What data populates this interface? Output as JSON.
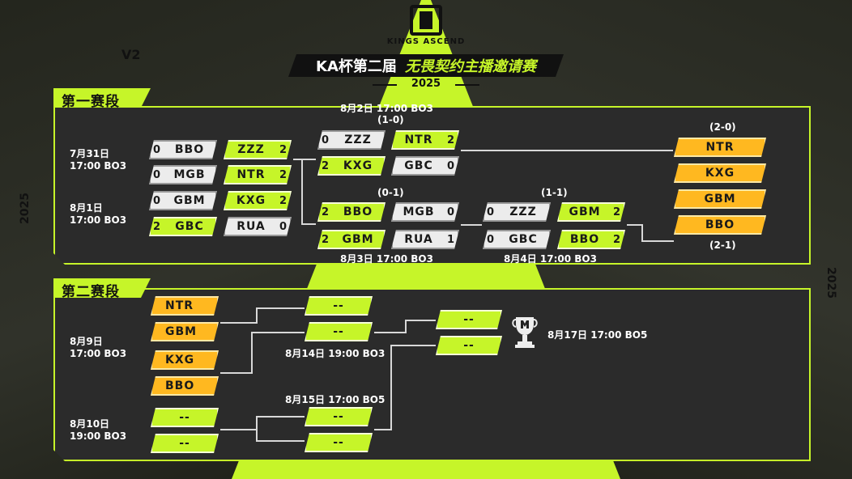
{
  "header": {
    "logo_text": "KINGS ASCEND",
    "title_a": "KA杯第二届",
    "title_b": "无畏契约主播邀请赛",
    "year": "2025",
    "version": "V2",
    "side_year": "2025"
  },
  "stage1": {
    "label": "第一赛段",
    "day1": {
      "date": "7月31日",
      "time": "17:00  BO3"
    },
    "day2": {
      "date": "8月1日",
      "time": "17:00  BO3"
    },
    "r1": [
      {
        "a": {
          "s": "0",
          "n": "BBO"
        },
        "b": {
          "s": "2",
          "n": "ZZZ"
        }
      },
      {
        "a": {
          "s": "0",
          "n": "MGB"
        },
        "b": {
          "s": "2",
          "n": "NTR"
        }
      },
      {
        "a": {
          "s": "0",
          "n": "GBM"
        },
        "b": {
          "s": "2",
          "n": "KXG"
        }
      },
      {
        "a": {
          "s": "2",
          "n": "GBC"
        },
        "b": {
          "s": "0",
          "n": "RUA"
        }
      }
    ],
    "aug2": "8月2日  17:00  BO3",
    "rec10": "(1-0)",
    "r2a": [
      {
        "a": {
          "s": "0",
          "n": "ZZZ"
        },
        "b": {
          "s": "2",
          "n": "NTR"
        }
      },
      {
        "a": {
          "s": "2",
          "n": "KXG"
        },
        "b": {
          "s": "0",
          "n": "GBC"
        }
      }
    ],
    "rec01": "(0-1)",
    "r2b": [
      {
        "a": {
          "s": "2",
          "n": "BBO"
        },
        "b": {
          "s": "0",
          "n": "MGB"
        }
      },
      {
        "a": {
          "s": "2",
          "n": "GBM"
        },
        "b": {
          "s": "1",
          "n": "RUA"
        }
      }
    ],
    "aug3": "8月3日  17:00  BO3",
    "rec11": "(1-1)",
    "r3": [
      {
        "a": {
          "s": "0",
          "n": "ZZZ"
        },
        "b": {
          "s": "2",
          "n": "GBM"
        }
      },
      {
        "a": {
          "s": "0",
          "n": "GBC"
        },
        "b": {
          "s": "2",
          "n": "BBO"
        }
      }
    ],
    "aug4": "8月4日  17:00  BO3",
    "rec20": "(2-0)",
    "rec21": "(2-1)",
    "qualified": [
      "NTR",
      "KXG",
      "GBM",
      "BBO"
    ]
  },
  "stage2": {
    "label": "第二赛段",
    "seeds": [
      "NTR",
      "GBM",
      "KXG",
      "BBO"
    ],
    "aug9": {
      "date": "8月9日",
      "time": "17:00  BO3"
    },
    "aug10": {
      "date": "8月10日",
      "time": "19:00  BO3"
    },
    "tbd": "--",
    "aug14": "8月14日  19:00  BO3",
    "aug15": "8月15日  17:00  BO5",
    "aug17": "8月17日  17:00  BO5"
  },
  "colors": {
    "lime": "#c6f529",
    "orange": "#ffb820",
    "dark": "#2b2b2b"
  }
}
